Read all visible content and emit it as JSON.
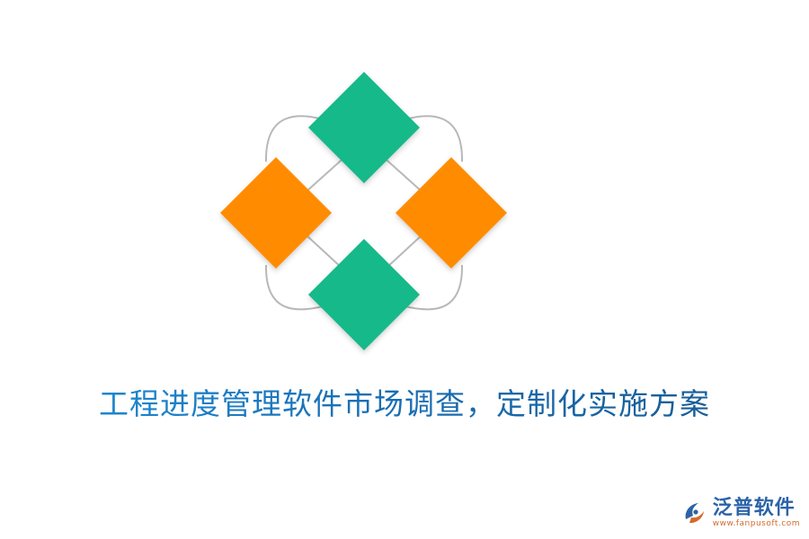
{
  "headline": "工程进度管理软件市场调查，定制化实施方案",
  "brand": {
    "name": "泛普软件",
    "url": "www.fanpusoft.com",
    "logo_icon": "fanpu-logo-icon"
  },
  "colors": {
    "green_diamond": "#16b98a",
    "orange_diamond": "#ff8c00",
    "connector_line": "#b8b8b8",
    "headline_start": "#1f8fd9",
    "headline_end": "#16588f",
    "brand_blue": "#2b63a8",
    "brand_orange": "#d46a2a"
  }
}
